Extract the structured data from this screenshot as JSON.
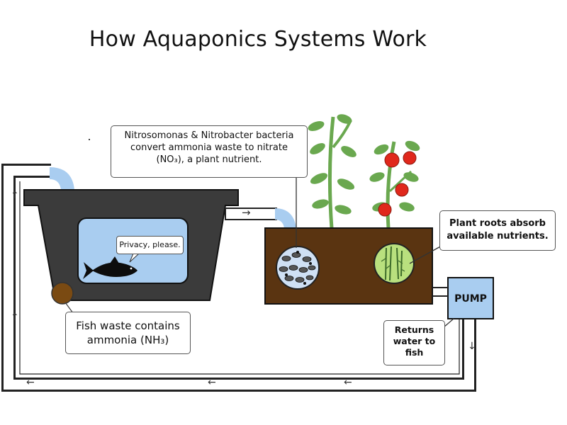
{
  "title": "How Aquaponics Systems Work",
  "callouts": {
    "bacteria": [
      "Nitrosomonas & Nitrobacter bacteria",
      "convert ammonia waste to nitrate",
      "(NO₃), a plant nutrient."
    ],
    "roots": [
      "Plant roots absorb",
      "available nutrients."
    ],
    "waste": [
      "Fish waste contains",
      "ammonia (NH₃)"
    ],
    "returns": [
      "Returns",
      "water to",
      "fish"
    ],
    "privacy": "Privacy, please."
  },
  "pump": {
    "label": "PUMP"
  },
  "arrows": {
    "right": "→",
    "left": "←",
    "up": "↑",
    "down": "↓"
  },
  "colors": {
    "tank": "#3b3b3b",
    "water": "#a9cdf0",
    "grow_bed": "#5a3411",
    "pipe_outline": "#222222",
    "pump": "#a9cdf0",
    "fish_waste": "#7a4a12",
    "leaf": "#6aa84f",
    "tomato": "#e0281c",
    "bacteria_bg": "#cfe0f4",
    "roots_bg": "#b9e07e"
  }
}
